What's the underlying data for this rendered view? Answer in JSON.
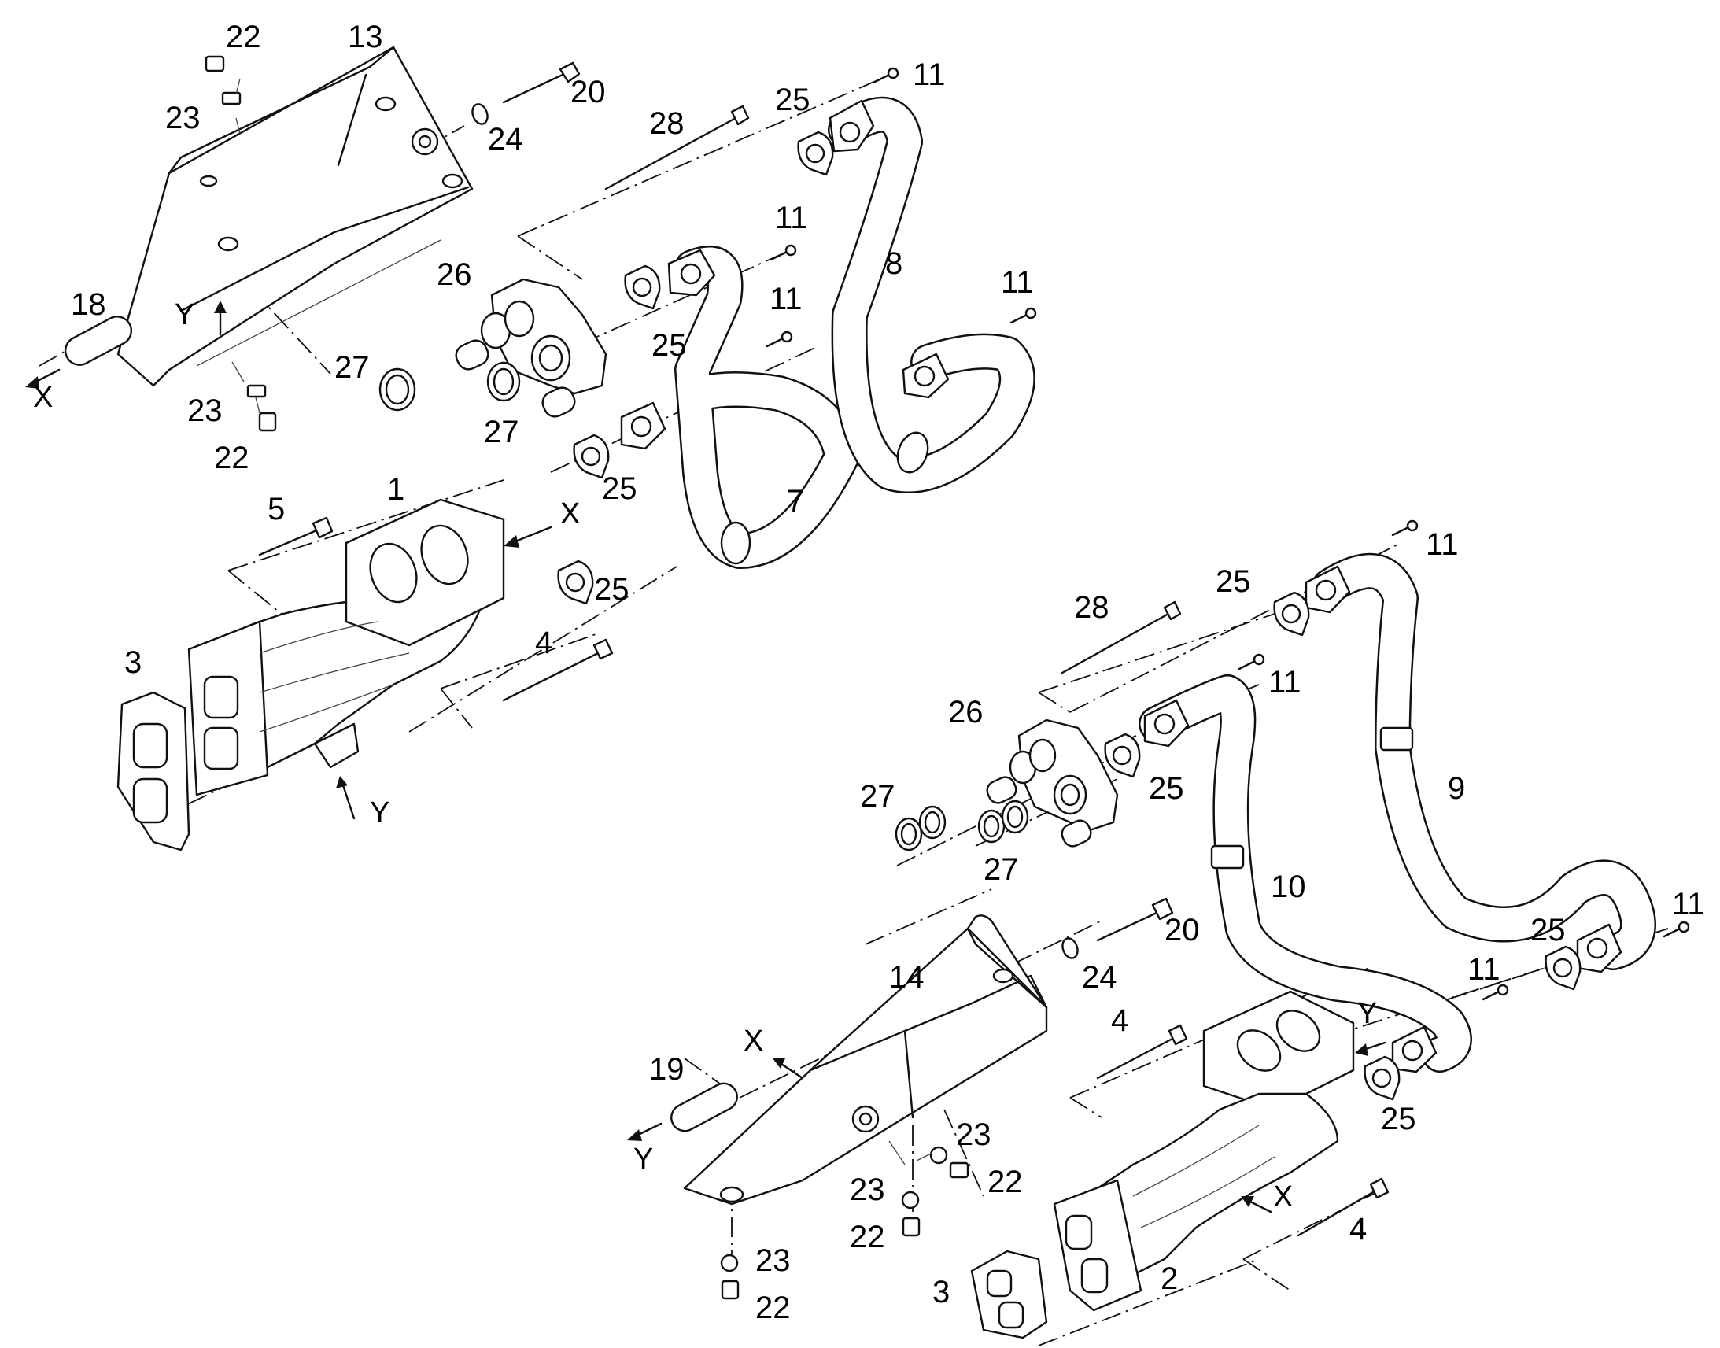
{
  "diagram": {
    "labels": {
      "n1": "1",
      "n2": "2",
      "n3a": "3",
      "n3b": "3",
      "n4a": "4",
      "n4b": "4",
      "n4c": "4",
      "n5": "5",
      "n7": "7",
      "n8": "8",
      "n9": "9",
      "n10": "10",
      "n11a": "11",
      "n11b": "11",
      "n11c": "11",
      "n11d": "11",
      "n11e": "11",
      "n11f": "11",
      "n11g": "11",
      "n11h": "11",
      "n13": "13",
      "n14": "14",
      "n18": "18",
      "n19": "19",
      "n20a": "20",
      "n20b": "20",
      "n22a": "22",
      "n22b": "22",
      "n22c": "22",
      "n22d": "22",
      "n22e": "22",
      "n23a": "23",
      "n23b": "23",
      "n23c": "23",
      "n23d": "23",
      "n23e": "23",
      "n24a": "24",
      "n24b": "24",
      "n25a": "25",
      "n25b": "25",
      "n25c": "25",
      "n25d": "25",
      "n25e": "25",
      "n25f": "25",
      "n25g": "25",
      "n25h": "25",
      "n26a": "26",
      "n26b": "26",
      "n27a": "27",
      "n27b": "27",
      "n27c": "27",
      "n27d": "27",
      "n28a": "28",
      "n28b": "28"
    },
    "axes": {
      "x1": "X",
      "y1": "Y",
      "x2": "X",
      "y2": "Y",
      "x3": "X",
      "y3": "Y",
      "x4": "X",
      "y4": "Y"
    }
  }
}
